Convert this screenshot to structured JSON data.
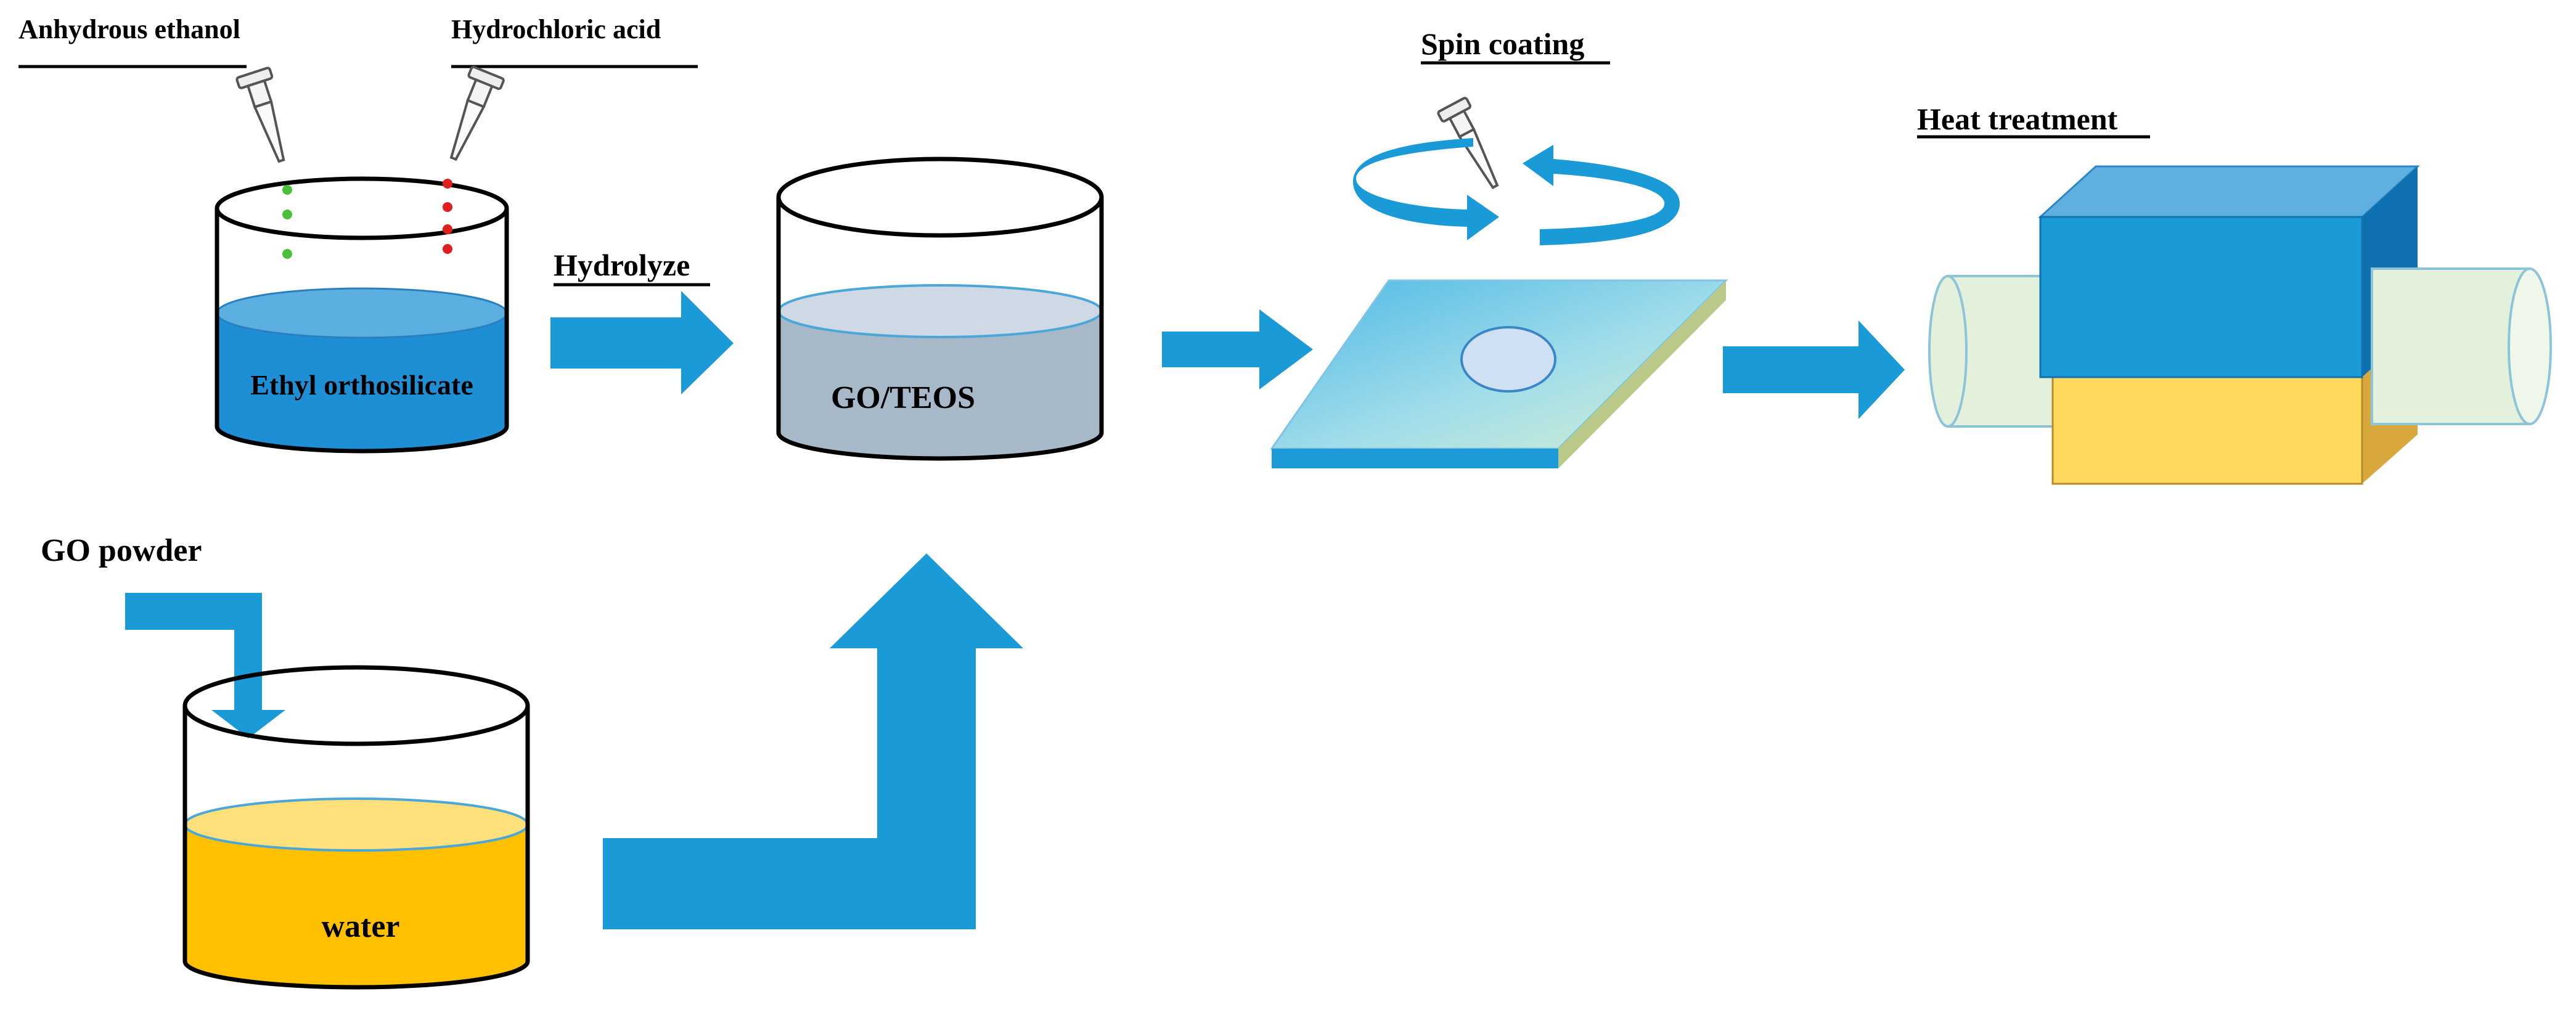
{
  "labels": {
    "anhydrous_ethanol": "Anhydrous ethanol",
    "hydrochloric_acid": "Hydrochloric acid",
    "ethyl_orthosilicate": "Ethyl orthosilicate",
    "hydrolyze": "Hydrolyze",
    "go_teos": "GO/TEOS",
    "spin_coating": "Spin coating",
    "heat_treatment": "Heat treatment",
    "go_powder": "GO powder",
    "water": "water"
  },
  "colors": {
    "arrow": "#1a9ad6",
    "ethanol_drop": "#4bbf3c",
    "acid_drop": "#e02020",
    "teos_liquid": "#1e8fd5",
    "go_teos_liquid": "#a7b8c9",
    "water_liquid": "#ffc000",
    "substrate": "#5bc3e0",
    "furnace_top": "#1a9ad6",
    "furnace_bottom": "#ffd95c",
    "tube": "#e2f0dc"
  }
}
